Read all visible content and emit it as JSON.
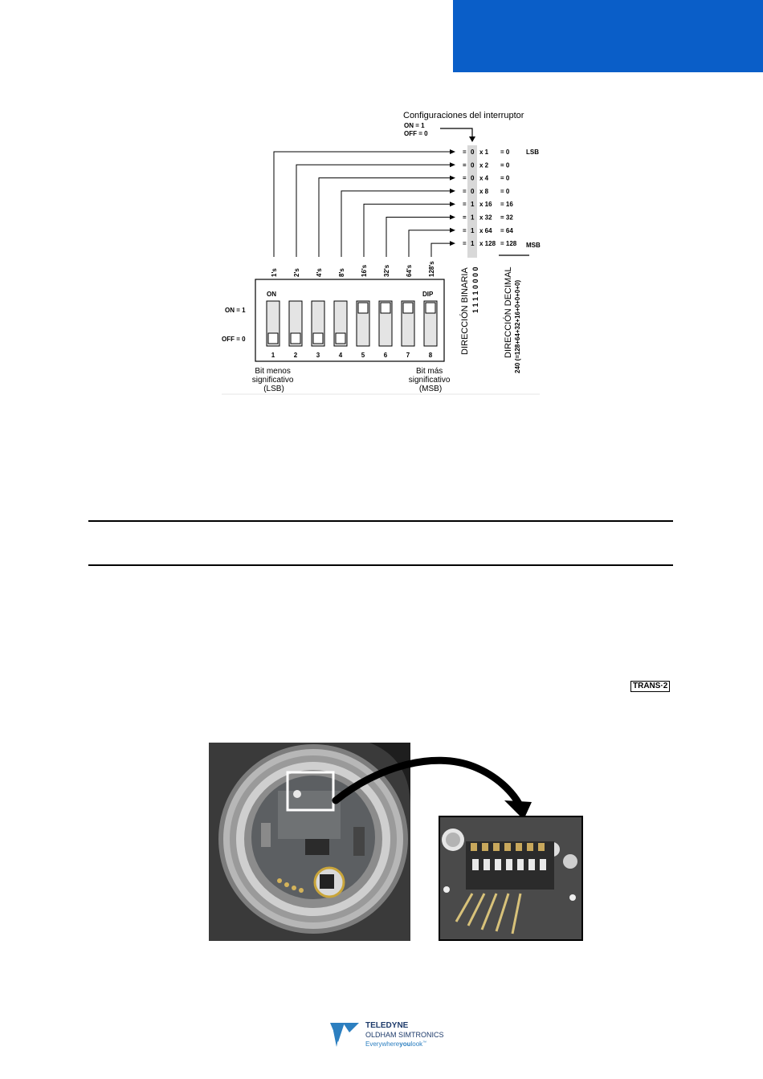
{
  "header": {
    "accent_color": "#0a5ec8"
  },
  "diagram": {
    "title": "Configuraciones del interruptor",
    "on_eq": "ON = 1",
    "off_eq": "OFF = 0",
    "rows": [
      {
        "bit": "0",
        "mult": "x 1",
        "res": "= 0",
        "tag": "LSB"
      },
      {
        "bit": "0",
        "mult": "x 2",
        "res": "= 0",
        "tag": ""
      },
      {
        "bit": "0",
        "mult": "x 4",
        "res": "= 0",
        "tag": ""
      },
      {
        "bit": "0",
        "mult": "x 8",
        "res": "= 0",
        "tag": ""
      },
      {
        "bit": "1",
        "mult": "x 16",
        "res": "= 16",
        "tag": ""
      },
      {
        "bit": "1",
        "mult": "x 32",
        "res": "= 32",
        "tag": ""
      },
      {
        "bit": "1",
        "mult": "x 64",
        "res": "= 64",
        "tag": ""
      },
      {
        "bit": "1",
        "mult": "x 128",
        "res": "= 128",
        "tag": "MSB"
      }
    ],
    "eq_sign": "=",
    "weights": [
      "1's",
      "2's",
      "4's",
      "8's",
      "16's",
      "32's",
      "64's",
      "128's"
    ],
    "switch_numbers": [
      "1",
      "2",
      "3",
      "4",
      "5",
      "6",
      "7",
      "8"
    ],
    "switch_states": [
      0,
      0,
      0,
      0,
      1,
      1,
      1,
      1
    ],
    "on_label": "ON",
    "dip_label": "DIP",
    "row_on": "ON = 1",
    "row_off": "OFF = 0",
    "lsb_caption": [
      "Bit menos",
      "significativo",
      "(LSB)"
    ],
    "msb_caption": [
      "Bit más",
      "significativo",
      "(MSB)"
    ],
    "binary_label": "DIRECCIÓN BINARIA",
    "binary_value": "1 1 1 1 0 0 0 0",
    "decimal_label": "DIRECCIÓN DECIMAL",
    "decimal_value": "240 (=128+64+32+16+0+0+0+0)"
  },
  "badge": {
    "text": "TRANS·2"
  },
  "footer": {
    "brand": "TELEDYNE",
    "subbrand": "OLDHAM SIMTRONICS",
    "tagline_a": "Everywhere",
    "tagline_b": "you",
    "tagline_c": "look",
    "tm": "™"
  }
}
